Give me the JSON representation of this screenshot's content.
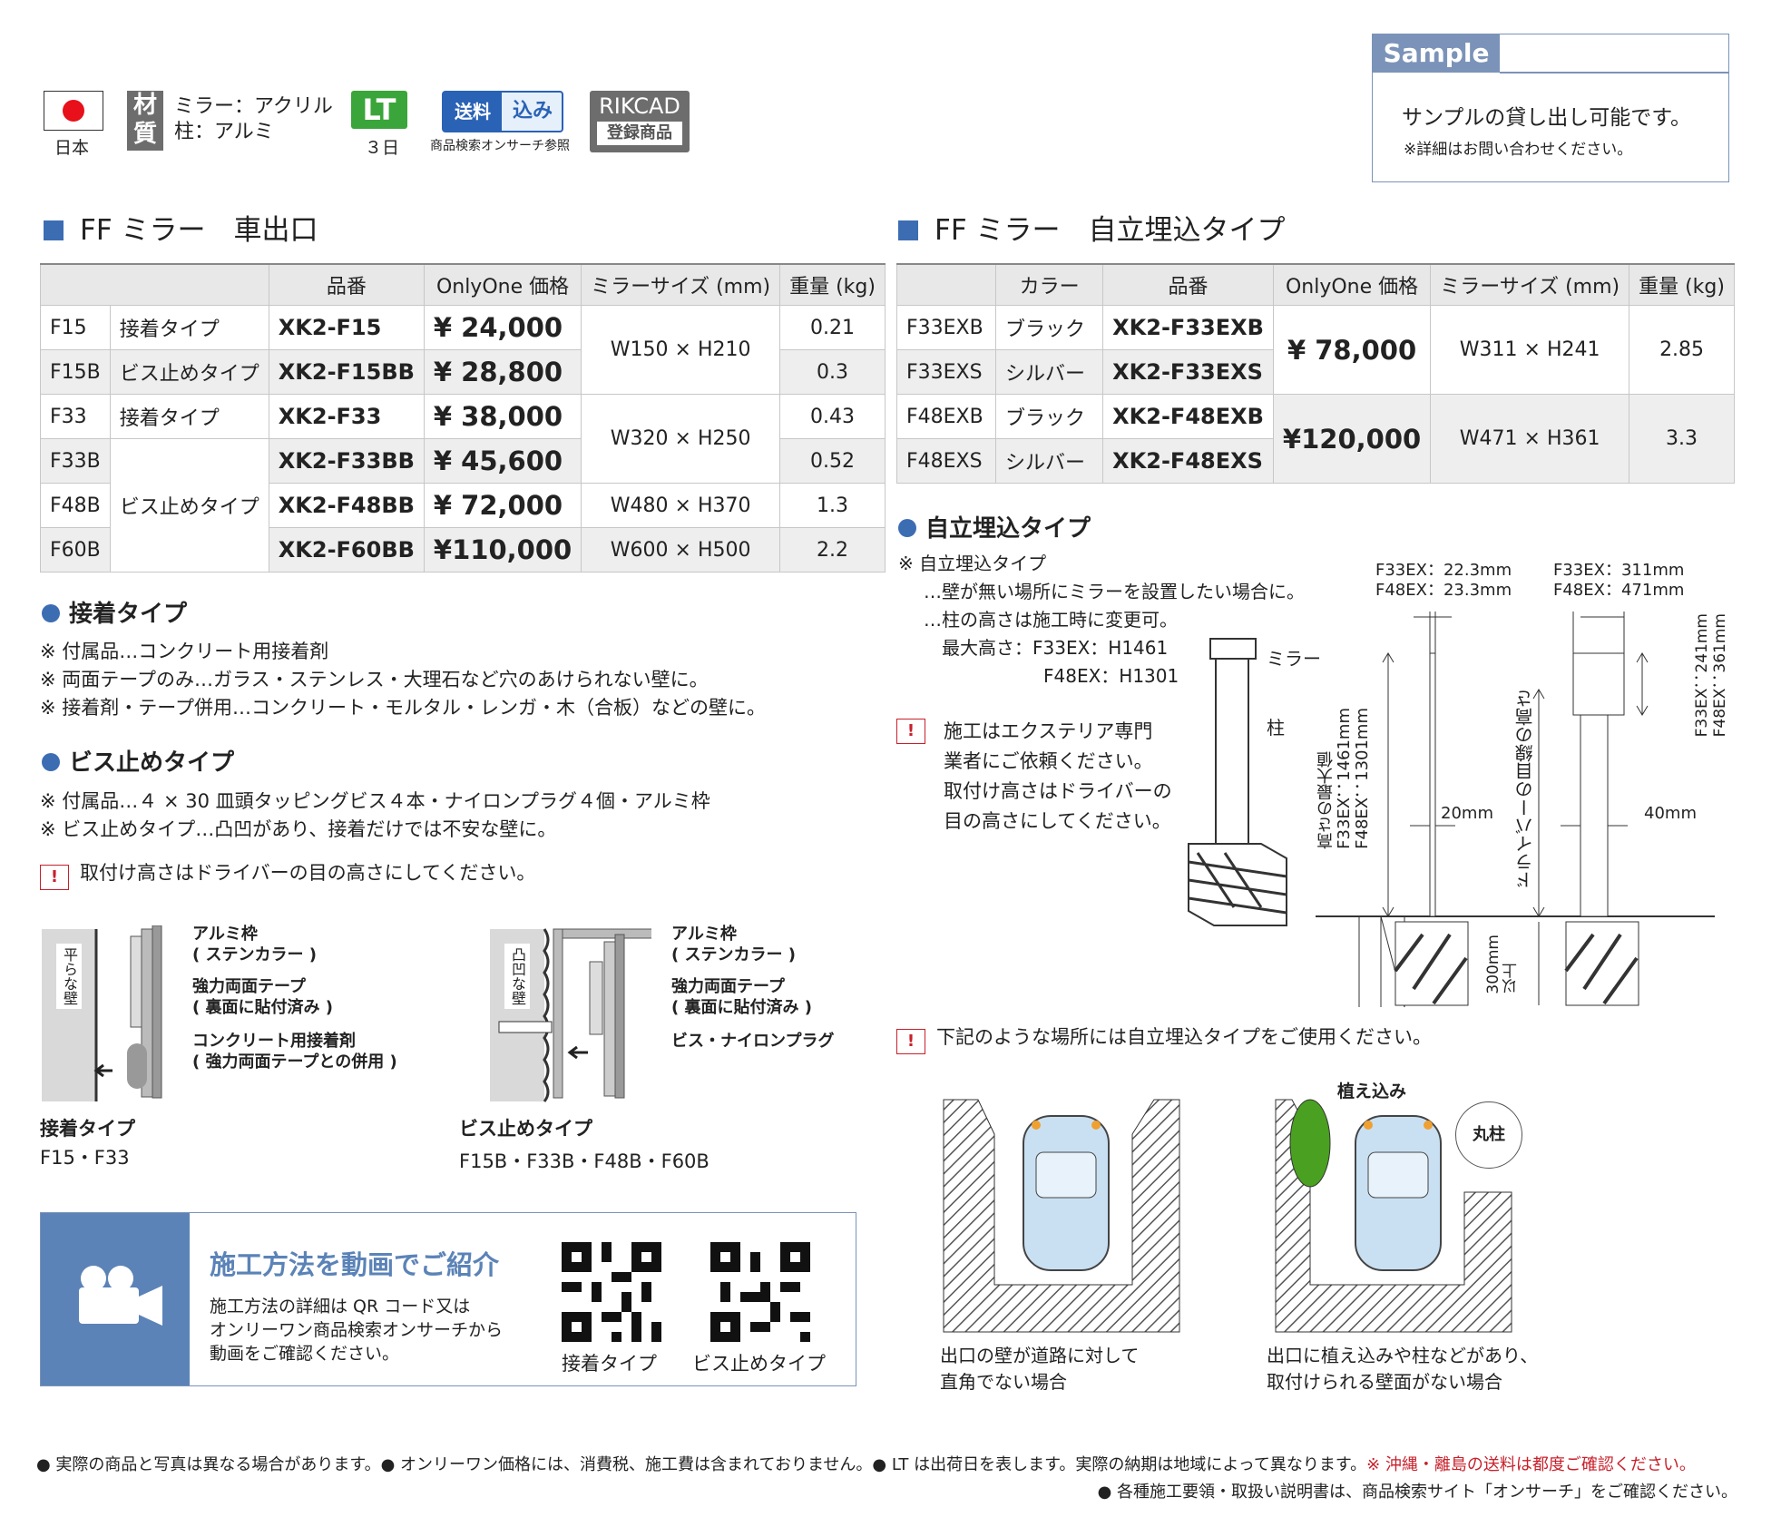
{
  "badges": {
    "origin": "日本",
    "material_icon": "材質",
    "material_lines": [
      "ミラー：アクリル",
      "柱：アルミ"
    ],
    "lt": "LT",
    "lt_days": "３日",
    "shipping_left": "送料",
    "shipping_right": "込み",
    "shipping_caption": "商品検索オンサーチ参照",
    "rikcad": "RIKCAD",
    "rikcad_sub": "登録商品"
  },
  "sample": {
    "title": "Sample",
    "message": "サンプルの貸し出し可能です。",
    "note": "※詳細はお問い合わせください。"
  },
  "left_section": {
    "title": "FF ミラー　車出口",
    "headers": [
      "品番",
      "OnlyOne 価格",
      "ミラーサイズ (mm)",
      "重量 (kg)"
    ],
    "rows": [
      {
        "code": "F15",
        "type": "接着タイプ",
        "part": "XK2-F15",
        "price": "¥  24,000",
        "size": "W150 × H210",
        "weight": "0.21"
      },
      {
        "code": "F15B",
        "type": "ビス止めタイプ",
        "part": "XK2-F15BB",
        "price": "¥  28,800",
        "weight": "0.3"
      },
      {
        "code": "F33",
        "type": "接着タイプ",
        "part": "XK2-F33",
        "price": "¥  38,000",
        "size": "W320 × H250",
        "weight": "0.43"
      },
      {
        "code": "F33B",
        "type": "ビス止めタイプ",
        "part": "XK2-F33BB",
        "price": "¥  45,600",
        "weight": "0.52"
      },
      {
        "code": "F48B",
        "part": "XK2-F48BB",
        "price": "¥  72,000",
        "size": "W480 × H370",
        "weight": "1.3"
      },
      {
        "code": "F60B",
        "part": "XK2-F60BB",
        "price": "¥110,000",
        "size": "W600 × H500",
        "weight": "2.2"
      }
    ]
  },
  "right_section": {
    "title": "FF ミラー　自立埋込タイプ",
    "headers": [
      "カラー",
      "品番",
      "OnlyOne 価格",
      "ミラーサイズ (mm)",
      "重量 (kg)"
    ],
    "rows": [
      {
        "code": "F33EXB",
        "color": "ブラック",
        "part": "XK2-F33EXB",
        "price": "¥  78,000",
        "size": "W311 × H241",
        "weight": "2.85"
      },
      {
        "code": "F33EXS",
        "color": "シルバー",
        "part": "XK2-F33EXS"
      },
      {
        "code": "F48EXB",
        "color": "ブラック",
        "part": "XK2-F48EXB",
        "price": "¥120,000",
        "size": "W471 × H361",
        "weight": "3.3"
      },
      {
        "code": "F48EXS",
        "color": "シルバー",
        "part": "XK2-F48EXS"
      }
    ]
  },
  "adhesive": {
    "heading": "接着タイプ",
    "lines": [
      "※ 付属品…コンクリート用接着剤",
      "※ 両面テープのみ…ガラス・ステンレス・大理石など穴のあけられない壁に。",
      "※ 接着剤・テープ併用…コンクリート・モルタル・レンガ・木（合板）などの壁に。"
    ]
  },
  "screw": {
    "heading": "ビス止めタイプ",
    "lines": [
      "※ 付属品…４ × 30 皿頭タッピングビス４本・ナイロンプラグ４個・アルミ枠",
      "※ ビス止めタイプ…凸凹があり、接着だけでは不安な壁に。"
    ],
    "warning": "取付け高さはドライバーの目の高さにしてください。"
  },
  "diagram_left": {
    "wall": "平らな壁",
    "labels": [
      "アルミ枠",
      "( ステンカラー )",
      "強力両面テープ",
      "( 裏面に貼付済み )",
      "コンクリート用接着剤",
      "( 強力両面テープとの併用 )"
    ],
    "caption_title": "接着タイプ",
    "caption_models": "F15・F33"
  },
  "diagram_mid": {
    "wall": "凸凹な壁",
    "labels": [
      "アルミ枠",
      "( ステンカラー )",
      "強力両面テープ",
      "( 裏面に貼付済み )",
      "ビス・ナイロンプラグ"
    ],
    "caption_title": "ビス止めタイプ",
    "caption_models": "F15B・F33B・F48B・F60B"
  },
  "standalone": {
    "heading": "自立埋込タイプ",
    "lines": [
      "※ 自立埋込タイプ",
      "…壁が無い場所にミラーを設置したい場合に。",
      "…柱の高さは施工時に変更可。",
      "最大高さ：F33EX：H1461",
      "F48EX：H1301"
    ],
    "warning_lines": [
      "施工はエクステリア専門",
      "業者にご依頼ください。",
      "取付け高さはドライバーの",
      "目の高さにしてください。"
    ],
    "label_mirror": "ミラー",
    "label_pole": "柱",
    "dim_a": [
      "F33EX：22.3mm",
      "F48EX：23.3mm"
    ],
    "dim_b": [
      "F33EX：311mm",
      "F48EX：471mm"
    ],
    "dim_c": [
      "F33EX：241mm",
      "F48EX：361mm"
    ],
    "max_height": [
      "高さの最大値",
      "F33EX：1461mm",
      "F48EX：1301mm"
    ],
    "eye_height": "ドライバーの目線の高さ",
    "w20": "20mm",
    "w40": "40mm",
    "depth": [
      "300mm",
      "以上"
    ]
  },
  "usage": {
    "warning": "下記のような場所には自立埋込タイプをご使用ください。",
    "plant": "植え込み",
    "pole": "丸柱",
    "case1": [
      "出口の壁が道路に対して",
      "直角でない場合"
    ],
    "case2": [
      "出口に植え込みや柱などがあり、",
      "取付けられる壁面がない場合"
    ]
  },
  "video": {
    "title": "施工方法を動画でご紹介",
    "desc": [
      "施工方法の詳細は QR コード又は",
      "オンリーワン商品検索オンサーチから",
      "動画をご確認ください。"
    ],
    "qr1": "接着タイプ",
    "qr2": "ビス止めタイプ"
  },
  "footer": {
    "line1": "● 実際の商品と写真は異なる場合があります。● オンリーワン価格には、消費税、施工費は含まれておりません。● LT は出荷日を表します。実際の納期は地域によって異なります。",
    "line1_red": "※ 沖縄・離島の送料は都度ご確認ください。",
    "line2": "● 各種施工要領・取扱い説明書は、商品検索サイト「オンサーチ」をご確認ください。"
  },
  "colors": {
    "accent": "#3c6db3",
    "warn": "#c8202b",
    "header_bg": "#e8e8e8"
  }
}
